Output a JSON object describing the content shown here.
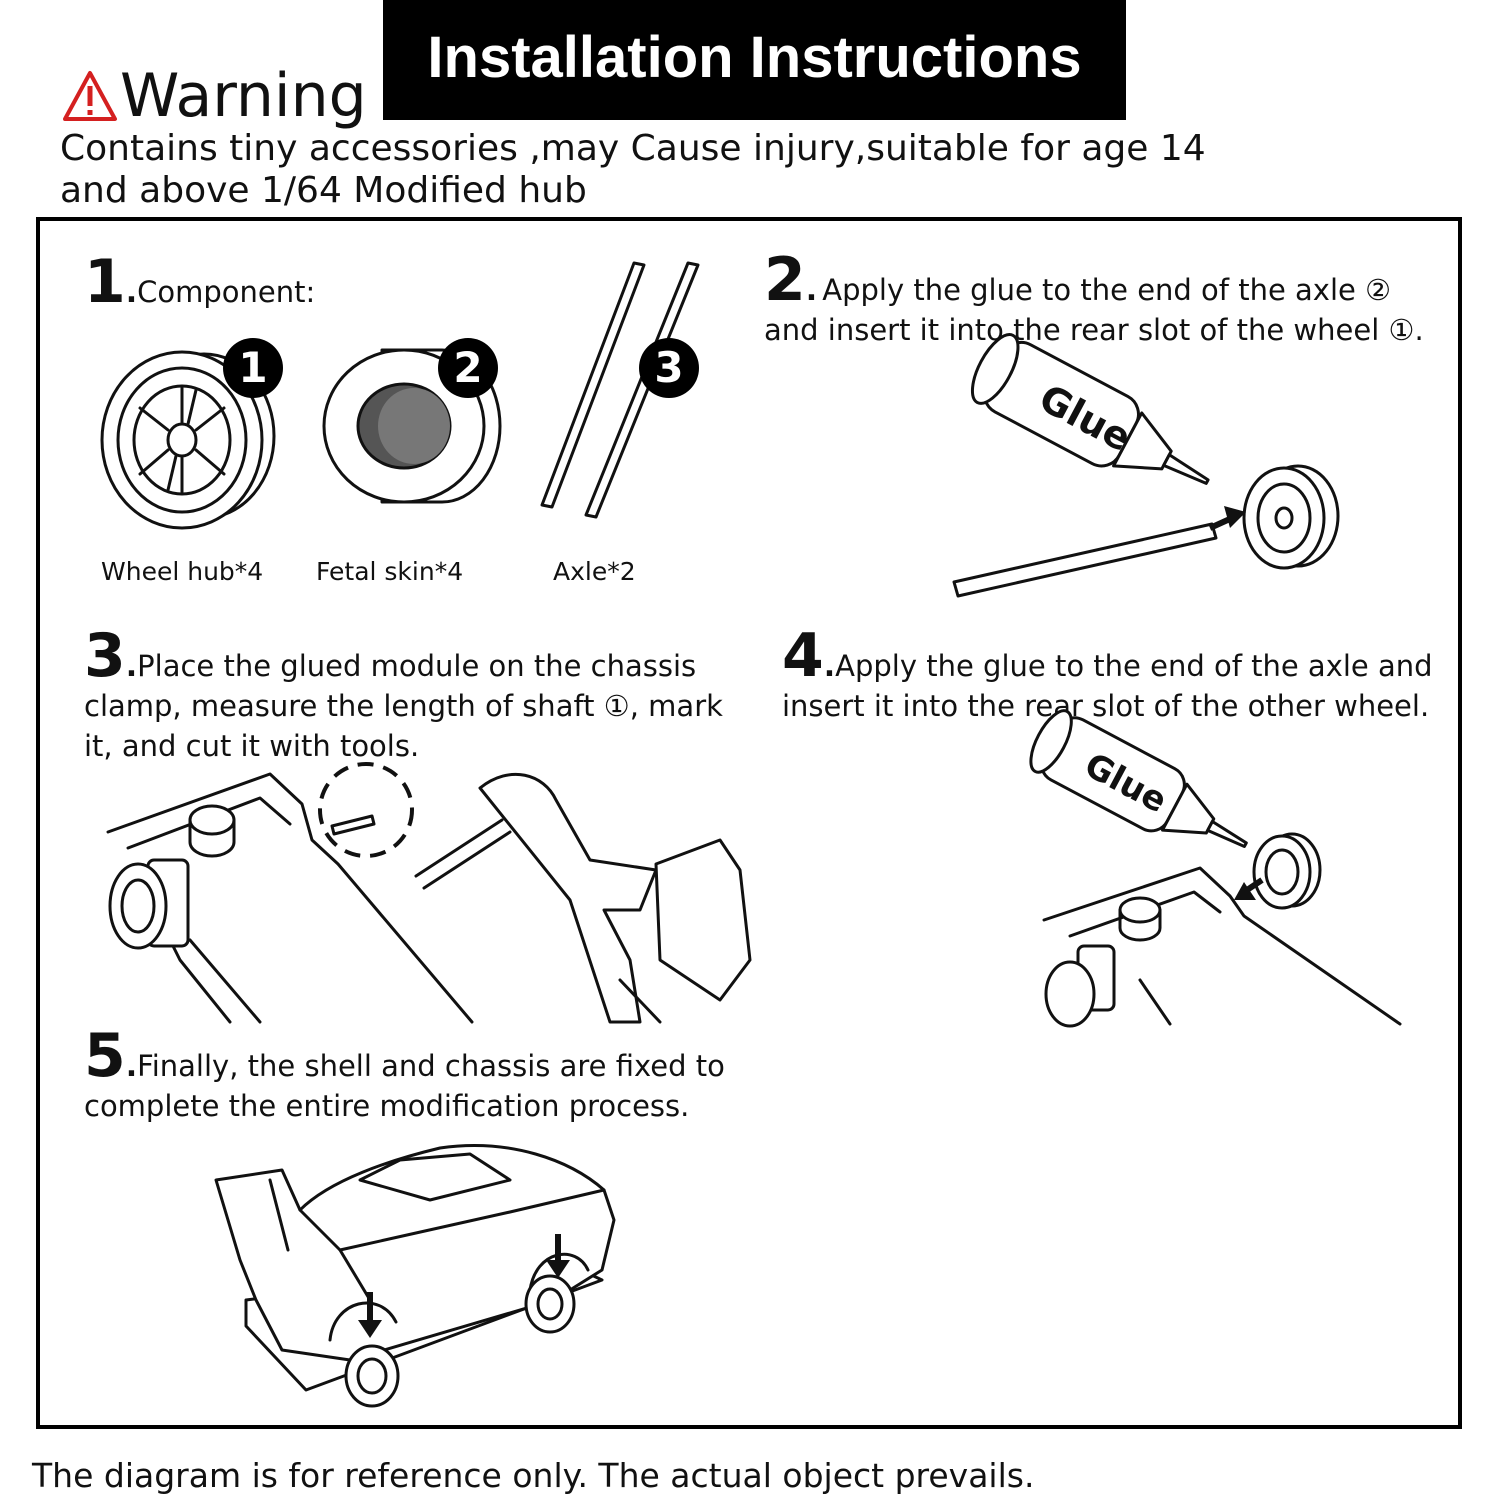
{
  "header": {
    "warning_label": "Warning",
    "title": "Installation Instructions",
    "warning_text": "Contains tiny accessories ,may Cause injury,suitable for age 14 and above 1/64 Modified hub"
  },
  "steps": [
    {
      "number": "1",
      "text": "Component:"
    },
    {
      "number": "2",
      "text": "Apply the glue to the end of the axle ② and insert it into the rear slot of the wheel ①."
    },
    {
      "number": "3",
      "text": "Place the glued module on the chassis clamp, measure the length of shaft ①, mark it, and cut it with tools."
    },
    {
      "number": "4",
      "text": "Apply the glue to the end of the axle and insert it into the rear slot of the other wheel."
    },
    {
      "number": "5",
      "text": "Finally, the shell and chassis are fixed to complete the entire modification process."
    }
  ],
  "components": [
    {
      "badge": "1",
      "caption": "Wheel hub*4"
    },
    {
      "badge": "2",
      "caption": "Fetal skin*4"
    },
    {
      "badge": "3",
      "caption": "Axle*2"
    }
  ],
  "glue_label": "Glue",
  "footer": "The diagram is for reference only. The actual object prevails."
}
